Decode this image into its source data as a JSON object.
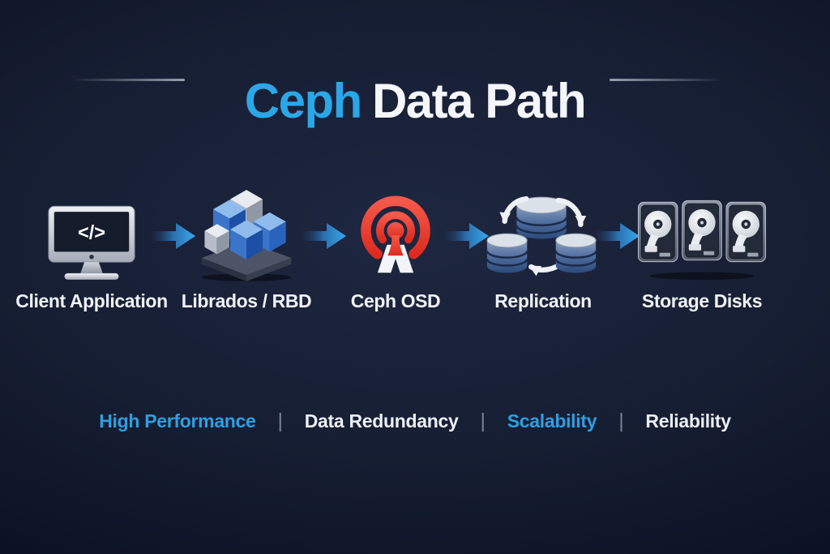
{
  "title": {
    "accent": "Ceph",
    "rest": "Data Path"
  },
  "stages": [
    {
      "label": "Client Application",
      "icon": "monitor-code-icon"
    },
    {
      "label": "Librados / RBD",
      "icon": "cubes-icon"
    },
    {
      "label": "Ceph OSD",
      "icon": "ceph-osd-icon"
    },
    {
      "label": "Replication",
      "icon": "replication-icon"
    },
    {
      "label": "Storage Disks",
      "icon": "storage-disks-icon"
    }
  ],
  "monitor_code": "</>",
  "features": [
    {
      "label": "High Performance",
      "accent": true
    },
    {
      "label": "Data Redundancy",
      "accent": false
    },
    {
      "label": "Scalability",
      "accent": true
    },
    {
      "label": "Reliability",
      "accent": false
    }
  ],
  "separator": "|",
  "colors": {
    "accent_blue": "#2BA7E8",
    "ceph_red": "#E8382B",
    "arrow_blue": "#38A9EE",
    "background_center": "#1C2438",
    "background_edge": "#060A16",
    "text_white": "#F2F5F9",
    "dash_gray": "#98A0AC"
  }
}
